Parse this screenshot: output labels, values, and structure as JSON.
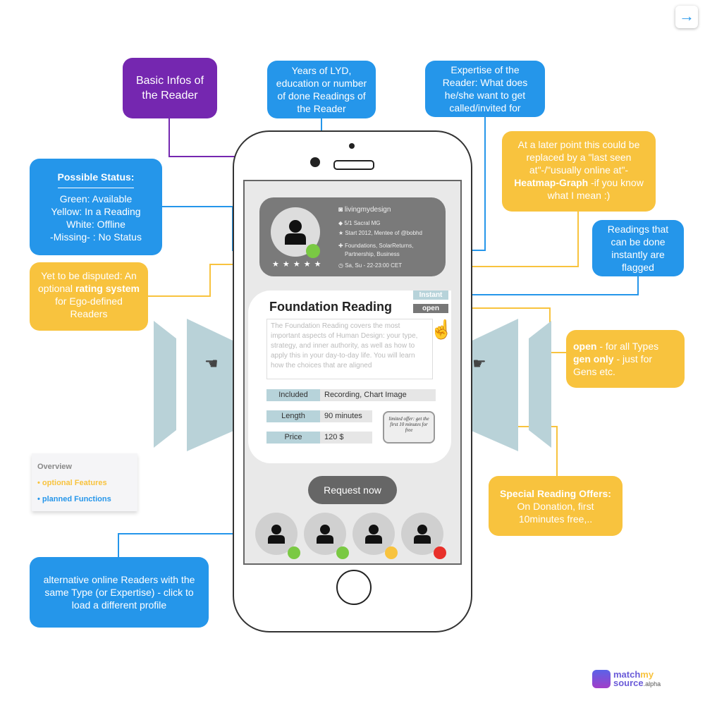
{
  "nav": {
    "next_icon": "arrow-right-icon"
  },
  "callouts": {
    "basic_infos": "Basic Infos of the Reader",
    "years": "Years of LYD, education or number of done Readings of the Reader",
    "expertise": "Expertise of the Reader: What does he/she want to get called/invited for",
    "status_title": "Possible Status:",
    "status_lines": [
      "Green: Available",
      "Yellow: In a Reading",
      "White: Offline",
      "-Missing- : No Status"
    ],
    "later": [
      "At a later point this could be replaced by a \"last seen at\"-/\"usually online at\"-",
      "Heatmap-Graph",
      " -if you know what I mean :)"
    ],
    "instant": "Readings that can be done instantly are flagged",
    "rating": [
      "Yet to be disputed: An optional ",
      "rating system",
      " for Ego-defined Readers"
    ],
    "open_bold": "open",
    "open_text": " - for all Types",
    "gen_bold": "gen only",
    "gen_text": " - just for Gens etc.",
    "special_title": "Special Reading Offers:",
    "special_text": "On Donation, first 10minutes free,..",
    "alternative": "alternative online Readers with the same Type (or Expertise) - click to load a different profile"
  },
  "legend": {
    "title": "Overview",
    "optional": "• optional Features",
    "planned": "• planned Functions"
  },
  "profile": {
    "handle": "livingmydesign",
    "type": "5/1 Sacral MG",
    "start": "Start 2012, Mentee of @bobhd",
    "expertise": "Foundations, SolarReturns, Partnership, Business",
    "hours": "Sa, Su - 22-23:00 CET",
    "stars": "★ ★ ★ ★ ★",
    "status_color": "#7ac943"
  },
  "reading": {
    "badge_instant": "Instant",
    "badge_open": "open",
    "title": "Foundation Reading",
    "description": "The Foundation Reading covers the most important aspects of Human Design: your type, strategy, and inner authority, as well as how to apply this in your day-to-day life. You will learn how the choices that are aligned",
    "included_label": "Included",
    "included_value": "Recording, Chart Image",
    "length_label": "Length",
    "length_value": "90 minutes",
    "price_label": "Price",
    "price_value": "120 $",
    "offer": "limited offer: get the first 10 minutes for free"
  },
  "request_button": "Request now",
  "alt_readers": [
    {
      "status": "#7ac943"
    },
    {
      "status": "#7ac943"
    },
    {
      "status": "#f8c33e"
    },
    {
      "status": "#e8302a"
    }
  ],
  "logo": {
    "match": "match",
    "my": "my",
    "source": "source",
    "alpha": ".alpha"
  },
  "colors": {
    "blue": "#2596ea",
    "yellow": "#f8c33e",
    "purple": "#7527b0"
  }
}
